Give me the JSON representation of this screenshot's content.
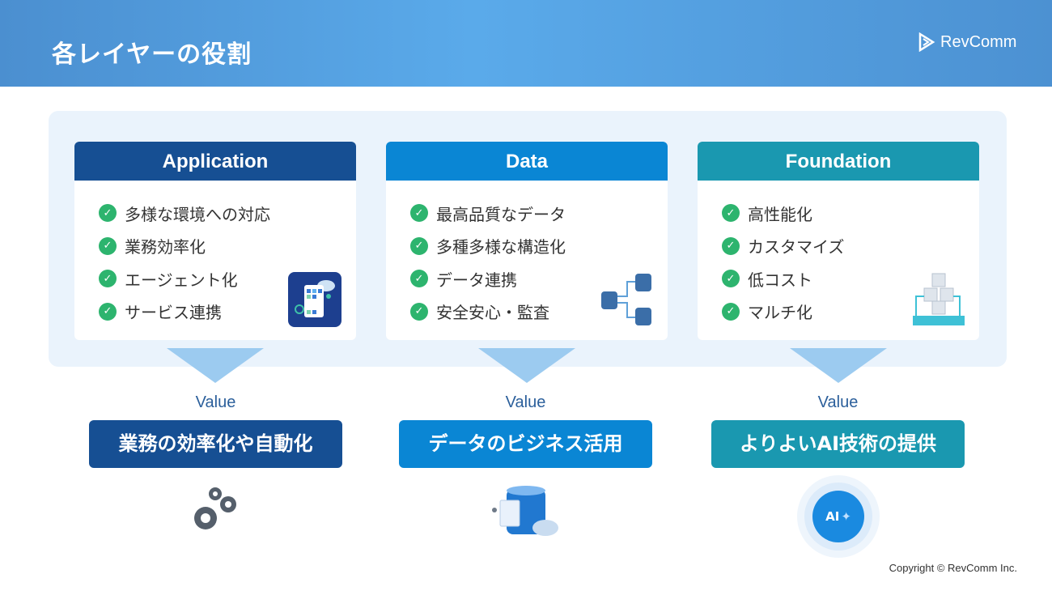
{
  "header": {
    "title": "各レイヤーの役割",
    "logo": "RevComm"
  },
  "layers": [
    {
      "name": "Application",
      "color": "#164f93",
      "items": [
        "多様な環境への対応",
        "業務効率化",
        "エージェント化",
        "サービス連携"
      ],
      "value_label": "Value",
      "value": "業務の効率化や自動化"
    },
    {
      "name": "Data",
      "color": "#0a86d4",
      "items": [
        "最高品質なデータ",
        "多種多様な構造化",
        "データ連携",
        "安全安心・監査"
      ],
      "value_label": "Value",
      "value": "データのビジネス活用"
    },
    {
      "name": "Foundation",
      "color": "#1a98b0",
      "items": [
        "高性能化",
        "カスタマイズ",
        "低コスト",
        "マルチ化"
      ],
      "value_label": "Value",
      "value": "よりよいAI技術の提供"
    }
  ],
  "ai_badge": "AI",
  "footer": {
    "copyright": "Copyright © RevComm Inc."
  }
}
